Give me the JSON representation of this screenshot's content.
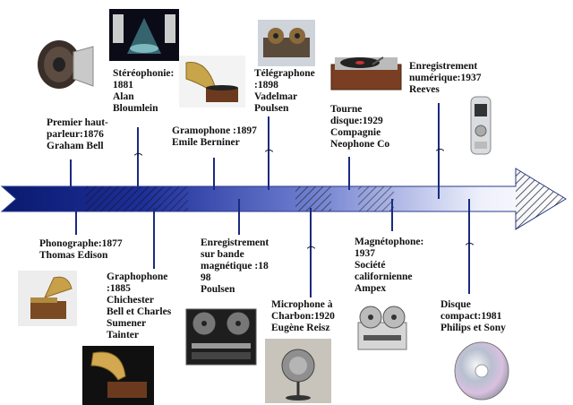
{
  "events_above": [
    {
      "text": "Premier haut-\nparleur:1876\nGraham Bell",
      "icon": "loudspeaker-icon"
    },
    {
      "text": "Stéréophonie:\n1881\nAlan\nBloumlein",
      "icon": "stereo-stage-icon"
    },
    {
      "text": "Gramophone :1897\nEmile Berniner",
      "icon": "gramophone-icon"
    },
    {
      "text": "Télégraphone\n:1898\nVadelmar\nPoulsen",
      "icon": "telegraphone-icon"
    },
    {
      "text": "Tourne\ndisque:1929\nCompagnie\nNeophone Co",
      "icon": "turntable-icon"
    },
    {
      "text": "Enregistrement\nnumérique:1937\nReeves",
      "icon": "digital-recorder-icon"
    }
  ],
  "events_below": [
    {
      "text": "Phonographe:1877\nThomas Edison",
      "icon": "phonograph-icon"
    },
    {
      "text": "Graphophone\n:1885\nChichester\nBell et Charles\nSumener\nTainter",
      "icon": "graphophone-icon"
    },
    {
      "text": "Enregistrement\nsur bande\nmagnétique :18\n98\nPoulsen",
      "icon": "tape-recorder-icon"
    },
    {
      "text": "Microphone à\nCharbon:1920\nEugène Reisz",
      "icon": "carbon-microphone-icon"
    },
    {
      "text": "Magnétophone:\n1937\nSociété\ncalifornienne\nAmpex",
      "icon": "reel-recorder-icon"
    },
    {
      "text": "Disque\ncompact:1981\nPhilips et Sony",
      "icon": "compact-disc-icon"
    }
  ],
  "tick_marks": [
    "⌒",
    "⌒",
    "⌒",
    "⌒",
    "⌒"
  ],
  "colors": {
    "arrow_dark": "#0a1a6e",
    "arrow_light": "#ffffff",
    "text": "#111111"
  }
}
